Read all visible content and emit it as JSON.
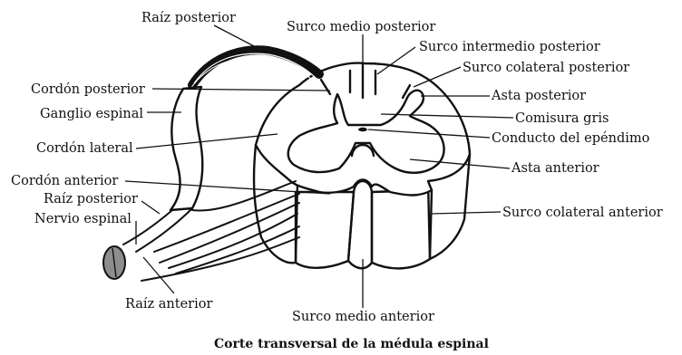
{
  "caption": "Corte transversal de la médula espinal",
  "labels": {
    "raiz_posterior_top": "Raíz posterior",
    "surco_medio_posterior": "Surco medio posterior",
    "surco_intermedio_posterior": "Surco intermedio posterior",
    "surco_colateral_posterior": "Surco colateral posterior",
    "cordon_posterior": "Cordón posterior",
    "asta_posterior": "Asta posterior",
    "ganglio_espinal": "Ganglio espinal",
    "comisura_gris": "Comisura gris",
    "conducto_ependimo": "Conducto del epéndimo",
    "cordon_lateral": "Cordón lateral",
    "asta_anterior": "Asta anterior",
    "cordon_anterior": "Cordón anterior",
    "raiz_posterior_left": "Raíz posterior",
    "surco_colateral_anterior": "Surco colateral anterior",
    "nervio_espinal": "Nervio espinal",
    "raiz_anterior": "Raíz anterior",
    "surco_medio_anterior": "Surco medio anterior"
  }
}
